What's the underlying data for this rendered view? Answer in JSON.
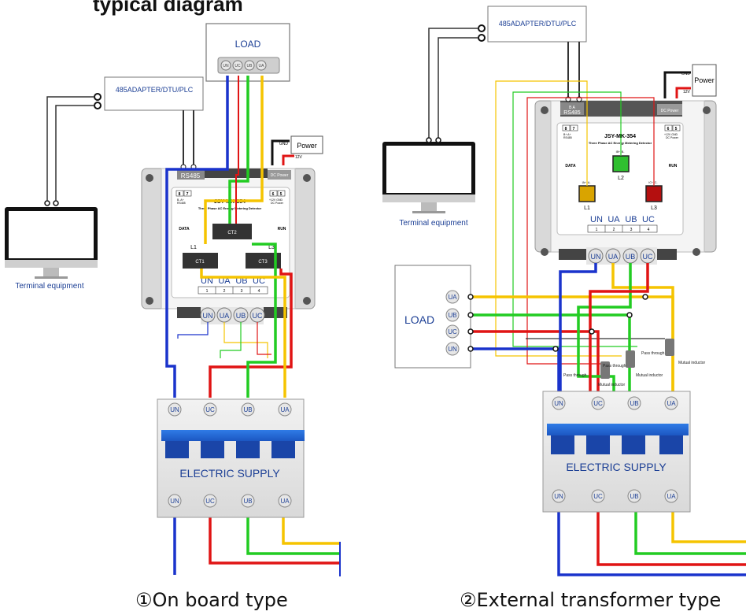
{
  "header": {
    "title_fragment": "typical diagram"
  },
  "captions": {
    "left": "①On board type",
    "right": "②External transformer type"
  },
  "left": {
    "load": "LOAD",
    "load_terminals": [
      "UA",
      "UB",
      "UC",
      "UN"
    ],
    "adapter": "485ADAPTER/DTU/PLC",
    "terminal_equipment": "Terminal equipment",
    "power": "Power",
    "gnd": "GND",
    "v12": "12V",
    "rs485": "RS485",
    "dc_power": "DC Power",
    "term_left_nums": [
      "8",
      "7"
    ],
    "term_left_sub": "B-  A+",
    "term_left_label": "RS485",
    "term_right_nums": [
      "6",
      "5"
    ],
    "term_right_sub": "+12V GND",
    "term_right_label": "DC Power",
    "model": "JSY-MK-354",
    "subtitle": "Three Phase AC Energy Metering Detector",
    "data_label": "DATA",
    "run_label": "RUN",
    "l1": "L1",
    "l2": "L",
    "l3": "L3",
    "ct1": "CT1",
    "ct2": "CT2",
    "ct3": "CT3",
    "uabc": [
      "UN",
      "UA",
      "UB",
      "UC"
    ],
    "nums": [
      "1",
      "2",
      "3",
      "4"
    ],
    "bottom_terminals": [
      "UN",
      "UA",
      "UB",
      "UC"
    ],
    "supply_top": [
      "UN",
      "UC",
      "UB",
      "UA"
    ],
    "supply_bottom": [
      "UN",
      "UC",
      "UB",
      "UA"
    ],
    "supply": "ELECTRIC SUPPLY"
  },
  "right": {
    "adapter": "485ADAPTER/DTU/PLC",
    "power": "Power",
    "gnd": "GND",
    "v12": "12V",
    "rs485": "RS485",
    "b_a": "B   A",
    "dc_power": "DC Power",
    "terminal_equipment": "Terminal equipment",
    "term_left_nums": [
      "8",
      "7"
    ],
    "term_left_sub": "B+  A+",
    "term_left_label": "RS485",
    "term_right_nums": [
      "6",
      "5"
    ],
    "term_right_sub": "+12V GND",
    "term_right_label": "DC Power",
    "model": "JSY-MK-354",
    "subtitle": "Three Phase AC Energy Metering Detector",
    "data_label": "DATA",
    "run_label": "RUN",
    "l1": "L1",
    "l2": "L2",
    "l3": "L3",
    "ia": "IA+  IA-",
    "ib": "IB+  IB-",
    "ic": "IC+  IC-",
    "uabc": [
      "UN",
      "UA",
      "UB",
      "UC"
    ],
    "nums": [
      "1",
      "2",
      "3",
      "4"
    ],
    "bottom_terminals": [
      "UN",
      "UA",
      "UB",
      "UC"
    ],
    "load": "LOAD",
    "load_terminals": [
      "UA",
      "UB",
      "UC",
      "UN"
    ],
    "pass_through": "Pass through",
    "mutual_inductor": "Mutual inductor",
    "supply_top": [
      "UN",
      "UC",
      "UB",
      "UA"
    ],
    "supply_bottom": [
      "UN",
      "UC",
      "UB",
      "UA"
    ],
    "supply": "ELECTRIC SUPPLY"
  },
  "colors": {
    "blue": "#1a33cc",
    "red": "#e01414",
    "green": "#22cc22",
    "yellow": "#f5c400",
    "black": "#111111",
    "navy": "#1c3f95"
  }
}
